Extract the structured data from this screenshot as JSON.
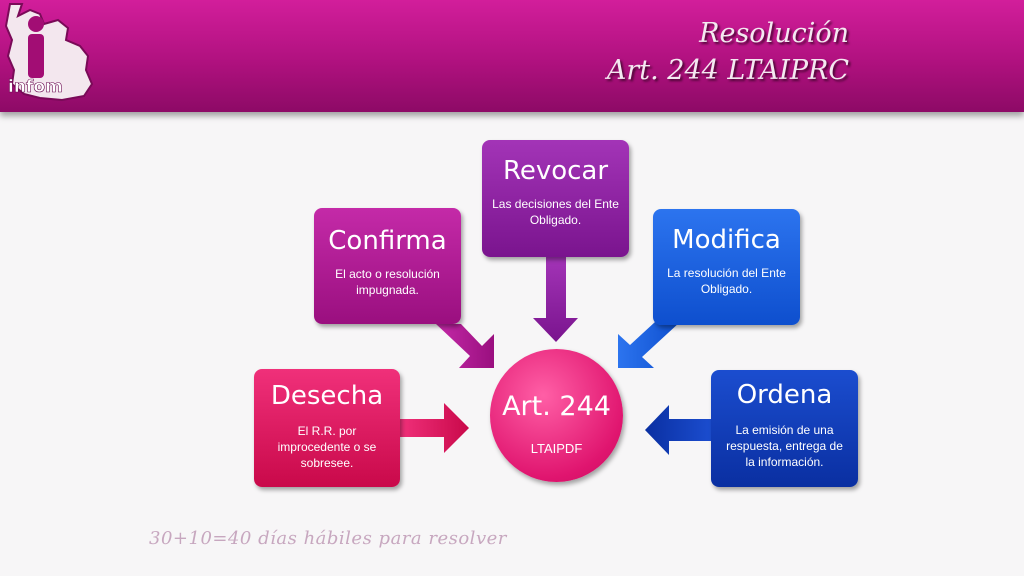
{
  "header": {
    "logo_text": "infom",
    "title_line1": "Resolución",
    "title_line2": "Art. 244 LTAIPRC"
  },
  "center": {
    "title": "Art. 244",
    "subtitle": "LTAIPDF"
  },
  "nodes": [
    {
      "title": "Desecha",
      "text": "El R.R. por improcedente o se sobresee."
    },
    {
      "title": "Confirma",
      "text": "El acto o resolución impugnada."
    },
    {
      "title": "Revocar",
      "text": "Las decisiones del Ente Obligado."
    },
    {
      "title": "Modifica",
      "text": "La resolución del Ente Obligado."
    },
    {
      "title": "Ordena",
      "text": "La emisión de una respuesta, entrega de la información."
    }
  ],
  "footnote": "30+10=40 días hábiles para resolver",
  "colors": {
    "header": "#b0117f",
    "desecha": "#e01d65",
    "confirma": "#b0208f",
    "revocar": "#8a1fa0",
    "modifica": "#1d5fe0",
    "ordena": "#0f3bb5",
    "center": "#e8237a"
  }
}
